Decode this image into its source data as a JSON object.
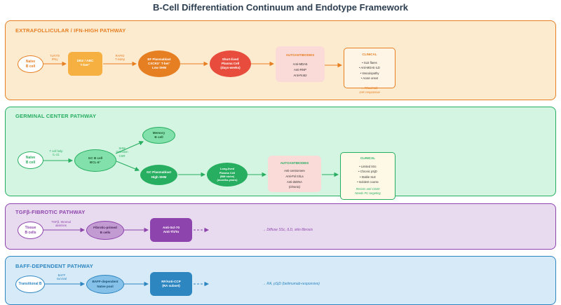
{
  "title": "B-Cell Differentiation Continuum and Endotype Framework",
  "colors": {
    "orange": "#e67e22",
    "green": "#27ae60",
    "purple": "#8e44ad",
    "blue": "#2e86c1",
    "red": "#e74c3c"
  },
  "extra": {
    "title": "EXTRAFOLLICULAR / IFN-HIGH PATHWAY",
    "naive": [
      "Naïve",
      "B cell"
    ],
    "label1": [
      "TLR7/9",
      "IFNγ"
    ],
    "dn2": [
      "DN2 / ABC",
      "T-bet⁺"
    ],
    "label2": [
      "RAPID",
      "T-indep"
    ],
    "ef_pb": [
      "EF Plasmablast",
      "CXCR3⁺ T-bet⁺",
      "Low SHM"
    ],
    "slpc": [
      "Short-lived",
      "Plasma Cell",
      "(days-weeks)"
    ],
    "auto_title": "AUTOANTIBODIES",
    "auto": [
      "Anti-MDA5",
      "Anti-RNP",
      "Anti-Ro52"
    ],
    "clin_title": "CLINICAL",
    "clin": [
      "• SLE flares",
      "• Anti-MDA5 ILD",
      "• Vasculopathy",
      "• Acute onset"
    ],
    "clin_note": [
      "→ Rituximab-",
      "JAK responsive"
    ]
  },
  "gc": {
    "title": "GERMINAL CENTER PATHWAY",
    "naive": [
      "Naïve",
      "B cell"
    ],
    "label1": [
      "T cell help",
      "IL-21"
    ],
    "gcb": [
      "GC B cell",
      "BCL-6⁺"
    ],
    "label2": [
      "SHM",
      "Selection",
      "CSR"
    ],
    "memory": [
      "Memory",
      "B cell"
    ],
    "gc_pb": [
      "GC Plasmablast",
      "High SHM"
    ],
    "llpc": [
      "Long-lived",
      "Plasma Cell",
      "(BM niche)",
      "(months-years)"
    ],
    "auto_title": "AUTOANTIBODIES",
    "auto": [
      "Anti-centromere",
      "Anti-Pol III/La",
      "Anti-dsDNA",
      "(chronic)"
    ],
    "clin_title": "CLINICAL",
    "clin": [
      "• Limited SSc",
      "• Chronic pSjD",
      "• Stable SLE",
      "• Indolent course"
    ],
    "clin_note": [
      "Resists anti-CD20",
      "Needs PC targeting"
    ]
  },
  "tgf": {
    "title": "TGFβ-FIBROTIC PATHWAY",
    "tissue": [
      "Tissue",
      "B cells"
    ],
    "label1": [
      "TGFβ, Stromal",
      "alarmins"
    ],
    "fib": [
      "Fibrotic-primed",
      "B cells"
    ],
    "ab": [
      "Anti-Scl-70",
      "Anti-Th/To"
    ],
    "outcome": "→ Diffuse SSc, ILD, skin fibrosis"
  },
  "baff": {
    "title": "BAFF-DEPENDENT PATHWAY",
    "trans": [
      "Transitional B"
    ],
    "label1": [
      "BAFF",
      "survival"
    ],
    "baffpool": [
      "BAFF-dependent",
      "Naïve pool"
    ],
    "ab": [
      "RF/Anti-CCP",
      "(RA subset)"
    ],
    "outcome": "→ RA, pSjD (belimumab-responsive)"
  }
}
